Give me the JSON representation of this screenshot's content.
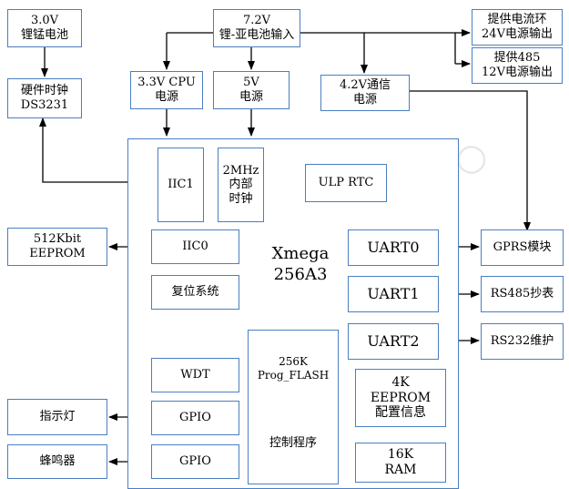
{
  "nodes": {
    "battery_3v": [
      "3.0V",
      "锂锰电池"
    ],
    "li_battery_input": [
      "7.2V",
      "锂-亚电池输入"
    ],
    "current_loop_24v": [
      "提供电流环",
      "24V电源输出"
    ],
    "rs485_12v": [
      "提供485",
      "12V电源输出"
    ],
    "hw_clock": [
      "硬件时钟",
      "DS3231"
    ],
    "cpu_power": [
      "3.3V CPU",
      "电源"
    ],
    "power_5v": [
      "5V",
      "电源"
    ],
    "comm_power": [
      "4.2V通信",
      "电源"
    ],
    "iic1": "IIC1",
    "int_clock": [
      "2MHz",
      "内部",
      "时钟"
    ],
    "ulp_rtc": "ULP RTC",
    "eeprom_ext": [
      "512Kbit",
      "EEPROM"
    ],
    "iic0": "IIC0",
    "mcu": [
      "Xmega",
      "256A3"
    ],
    "uart0": "UART0",
    "gprs": "GPRS模块",
    "reset": "复位系统",
    "uart1": "UART1",
    "rs485_meter": "RS485抄表",
    "uart2": "UART2",
    "rs232_maint": "RS232维护",
    "prog_flash": [
      "256K",
      "Prog_FLASH"
    ],
    "control_program": "控制程序",
    "wdt": "WDT",
    "eeprom_int": [
      "4K",
      "EEPROM",
      "配置信息"
    ],
    "gpio_led": "GPIO",
    "indicator": "指示灯",
    "gpio_buzzer": "GPIO",
    "buzzer": "蜂鸣器",
    "ram": [
      "16K",
      "RAM"
    ]
  }
}
